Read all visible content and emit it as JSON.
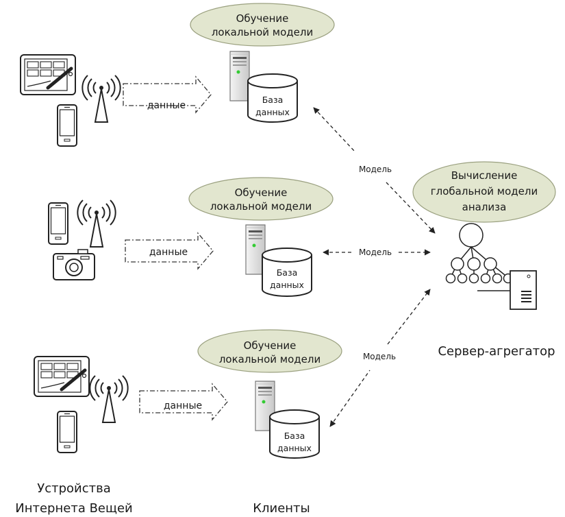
{
  "clients": [
    {
      "training": [
        "Обучение",
        "локальной модели"
      ],
      "data_arrow": "данные",
      "db": [
        "База",
        "данных"
      ]
    },
    {
      "training": [
        "Обучение",
        "локальной модели"
      ],
      "data_arrow": "данные",
      "db": [
        "База",
        "данных"
      ]
    },
    {
      "training": [
        "Обучение",
        "локальной модели"
      ],
      "data_arrow": "данные",
      "db": [
        "База",
        "данных"
      ]
    }
  ],
  "links": [
    "Модель",
    "Модель",
    "Модель"
  ],
  "aggregator": {
    "compute": [
      "Вычисление",
      "глобальной модели",
      "анализа"
    ],
    "caption": "Сервер-агрегатор"
  },
  "captions": {
    "devices": [
      "Устройства",
      "Интернета Вещей"
    ],
    "clients": "Клиенты"
  },
  "colors": {
    "ellipse_fill": "#e2e6cf",
    "ellipse_stroke": "#9aa07f",
    "led": "#33cc33",
    "line": "#222222"
  }
}
